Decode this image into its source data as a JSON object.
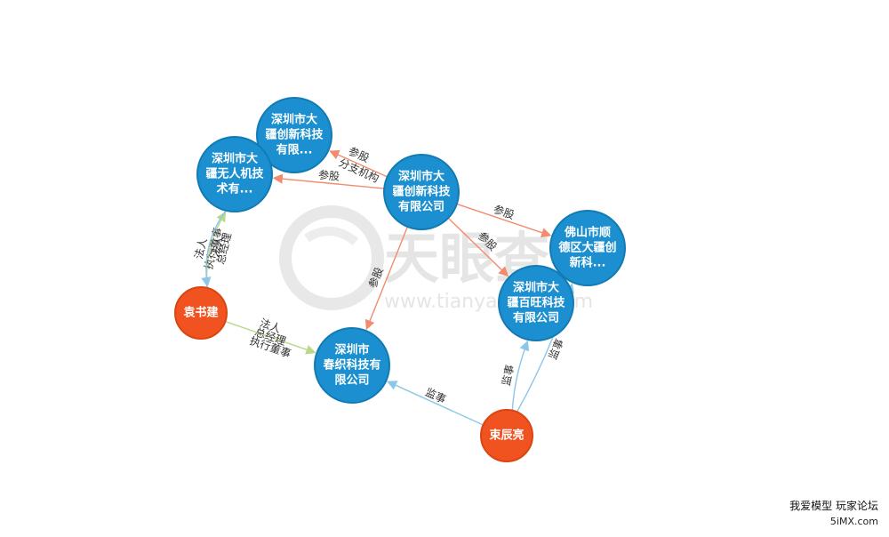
{
  "watermark": {
    "brand": "天眼查",
    "url": "www.tianyancha.com"
  },
  "colors": {
    "company": "#1b8fcf",
    "company_stroke": "#137bb3",
    "person": "#f0531f",
    "person_stroke": "#d9460f",
    "invest_edge": "#f28b6e",
    "legal_edge": "#b9d98a",
    "exec_edge": "#8cc6e8"
  },
  "nodes": [
    {
      "id": "dji_chuangxin_main",
      "type": "company",
      "lines": [
        "深圳市大",
        "疆创新科技",
        "有限公司"
      ]
    },
    {
      "id": "dji_branch",
      "type": "company",
      "lines": [
        "深圳市大",
        "疆创新科技",
        "有限..."
      ]
    },
    {
      "id": "dji_uav",
      "type": "company",
      "lines": [
        "深圳市大",
        "疆无人机技",
        "术有..."
      ]
    },
    {
      "id": "foshan_dji",
      "type": "company",
      "lines": [
        "佛山市顺",
        "德区大疆创",
        "新科..."
      ]
    },
    {
      "id": "dji_baiwang",
      "type": "company",
      "lines": [
        "深圳市大",
        "疆百旺科技",
        "有限公司"
      ]
    },
    {
      "id": "chunzhi",
      "type": "company",
      "lines": [
        "深圳市",
        "春织科技有",
        "限公司"
      ]
    },
    {
      "id": "yuan_shujian",
      "type": "person",
      "lines": [
        "袁书建"
      ]
    },
    {
      "id": "shu_chenliang",
      "type": "person",
      "lines": [
        "束辰亮"
      ]
    }
  ],
  "edges": [
    {
      "from": "dji_chuangxin_main",
      "to": "dji_branch",
      "labels": [
        "参股",
        "分支机构"
      ],
      "kind": "invest"
    },
    {
      "from": "dji_chuangxin_main",
      "to": "dji_uav",
      "labels": [
        "参股"
      ],
      "kind": "invest"
    },
    {
      "from": "dji_chuangxin_main",
      "to": "foshan_dji",
      "labels": [
        "参股"
      ],
      "kind": "invest"
    },
    {
      "from": "dji_chuangxin_main",
      "to": "dji_baiwang",
      "labels": [
        "参股"
      ],
      "kind": "invest"
    },
    {
      "from": "dji_chuangxin_main",
      "to": "chunzhi",
      "labels": [
        "参股"
      ],
      "kind": "invest"
    },
    {
      "from": "yuan_shujian",
      "to": "dji_uav",
      "labels": [
        "法人",
        "执行董事",
        "总经理"
      ],
      "kind": "legal"
    },
    {
      "from": "dji_uav",
      "to": "yuan_shujian",
      "labels": [
        "法人"
      ],
      "kind": "exec"
    },
    {
      "from": "yuan_shujian",
      "to": "chunzhi",
      "labels": [
        "法人",
        "总经理",
        "执行董事"
      ],
      "kind": "legal"
    },
    {
      "from": "shu_chenliang",
      "to": "chunzhi",
      "labels": [
        "监事"
      ],
      "kind": "exec"
    },
    {
      "from": "shu_chenliang",
      "to": "dji_baiwang",
      "labels": [
        "监事"
      ],
      "kind": "exec"
    },
    {
      "from": "shu_chenliang",
      "to": "foshan_dji",
      "labels": [
        "监事"
      ],
      "kind": "exec"
    }
  ],
  "footer": {
    "line1": "我爱模型 玩家论坛",
    "line2": "5iMX.com"
  }
}
